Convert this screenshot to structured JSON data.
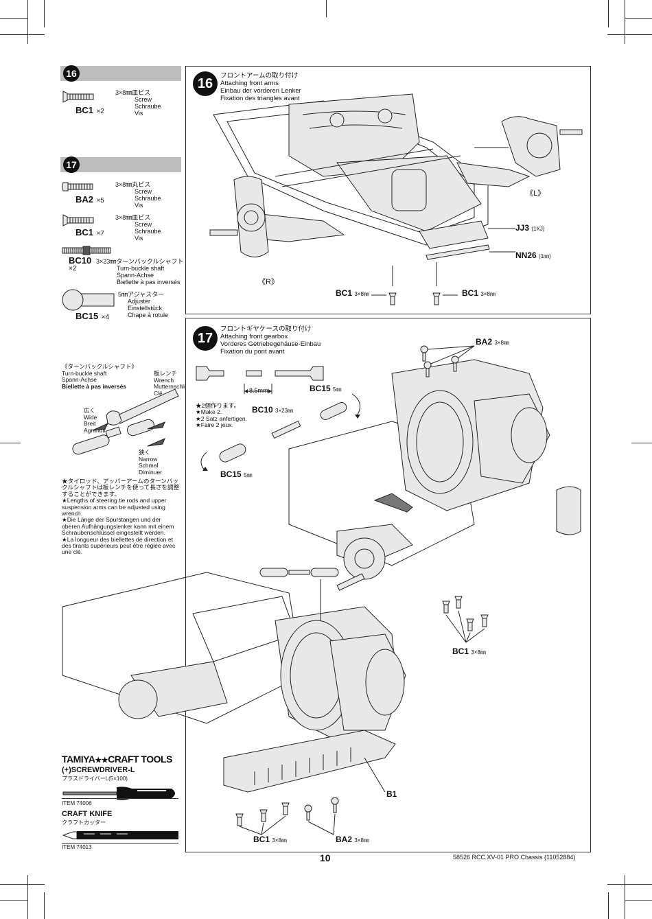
{
  "step16": {
    "number": "16",
    "title_jp": "フロントアームの取り付け",
    "title_en": "Attaching front arms",
    "title_de": "Einbau der vorderen Lenker",
    "title_fr": "Fixation des triangles avant",
    "left_parts": [
      {
        "code": "BC1",
        "qty": "×2",
        "size": "3×8㎜皿ビス",
        "en": "Screw",
        "de": "Schraube",
        "fr": "Vis"
      }
    ],
    "labels": {
      "jj3": "JJ3",
      "jj3_note": "(1XJ)",
      "nn26": "NN26",
      "nn26_note": "(1㎜)",
      "left_side": "《R》",
      "right_side": "《L》",
      "bc1_left": "BC1",
      "bc1_left_size": "3×8㎜",
      "bc1_right": "BC1",
      "bc1_right_size": "3×8㎜"
    }
  },
  "step17": {
    "number": "17",
    "title_jp": "フロントギヤケースの取り付け",
    "title_en": "Attaching front gearbox",
    "title_de": "Vorderes Getriebegehäuse-Einbau",
    "title_fr": "Fixation du pont avant",
    "left_parts": [
      {
        "code": "BA2",
        "qty": "×5",
        "size": "3×8㎜丸ビス",
        "en": "Screw",
        "de": "Schraube",
        "fr": "Vis"
      },
      {
        "code": "BC1",
        "qty": "×7",
        "size": "3×8㎜皿ビス",
        "en": "Screw",
        "de": "Schraube",
        "fr": "Vis"
      },
      {
        "code": "BC10",
        "qty": "×2",
        "size": "3×23㎜ターンバックルシャフト",
        "en": "Turn-buckle shaft",
        "de": "Spann-Achse",
        "fr": "Biellette à pas inversés"
      },
      {
        "code": "BC15",
        "qty": "×4",
        "size": "5㎜アジャスター",
        "en": "Adjuster",
        "de": "Einstellstück",
        "fr": "Chape à rotule"
      }
    ],
    "labels": {
      "dim": "8.5mm",
      "make2_jp": "★2個作ります。",
      "make2_en": "★Make 2.",
      "make2_de": "★2 Satz anfertigen.",
      "make2_fr": "★Faire 2 jeux.",
      "bc15_top": "BC15",
      "bc15_top_size": "5㎜",
      "bc10": "BC10",
      "bc10_size": "3×23㎜",
      "bc15_bottom": "BC15",
      "bc15_bottom_size": "5㎜",
      "ba2_top": "BA2",
      "ba2_top_size": "3×8㎜",
      "bc1_right": "BC1",
      "bc1_right_size": "3×8㎜",
      "b1": "B1",
      "bc1_bottom": "BC1",
      "bc1_bottom_size": "3×8㎜",
      "ba2_bottom": "BA2",
      "ba2_bottom_size": "3×8㎜"
    }
  },
  "turnbuckle": {
    "jp": "《ターンバックルシャフト》",
    "en": "Turn-buckle shaft",
    "de": "Spann-Achse",
    "fr": "Biellette à pas inversés",
    "wrench_jp": "板レンチ",
    "wrench_en": "Wrench",
    "wrench_de": "Mutternschlüssel",
    "wrench_fr": "Clé",
    "wide_jp": "広く",
    "wide_en": "Wide",
    "wide_de": "Breit",
    "wide_fr": "Agrandir",
    "narrow_jp": "狭く",
    "narrow_en": "Narrow",
    "narrow_de": "Schmal",
    "narrow_fr": "Diminuer",
    "note_jp": "★タイロッド、アッパーアームのターンバックルシャフトは板レンチを使って長さを調整することができます。",
    "note_en": "★Lengths of steering tie rods and upper suspension arms can be adjusted using wrench.",
    "note_de": "★Die Länge der Spurstangen und der oberen Aufhängungslenker kann mit einem Schraubenschlüssel eingestellt werden.",
    "note_fr": "★La longueur des biellettes de direction et des tirants supérieurs peut être réglée avec une clé."
  },
  "tools": {
    "brand": "TAMIYA",
    "brand_suffix": "CRAFT TOOLS",
    "tool1_name": "(+)SCREWDRIVER-L",
    "tool1_jp": "プラスドライバーL(5×100)",
    "tool1_item": "ITEM 74006",
    "tool2_name": "CRAFT KNIFE",
    "tool2_jp": "クラフトカッター",
    "tool2_item": "ITEM 74013"
  },
  "footer": {
    "page": "10",
    "product": "58526  RCC XV-01 PRO Chassis (11052884)"
  }
}
